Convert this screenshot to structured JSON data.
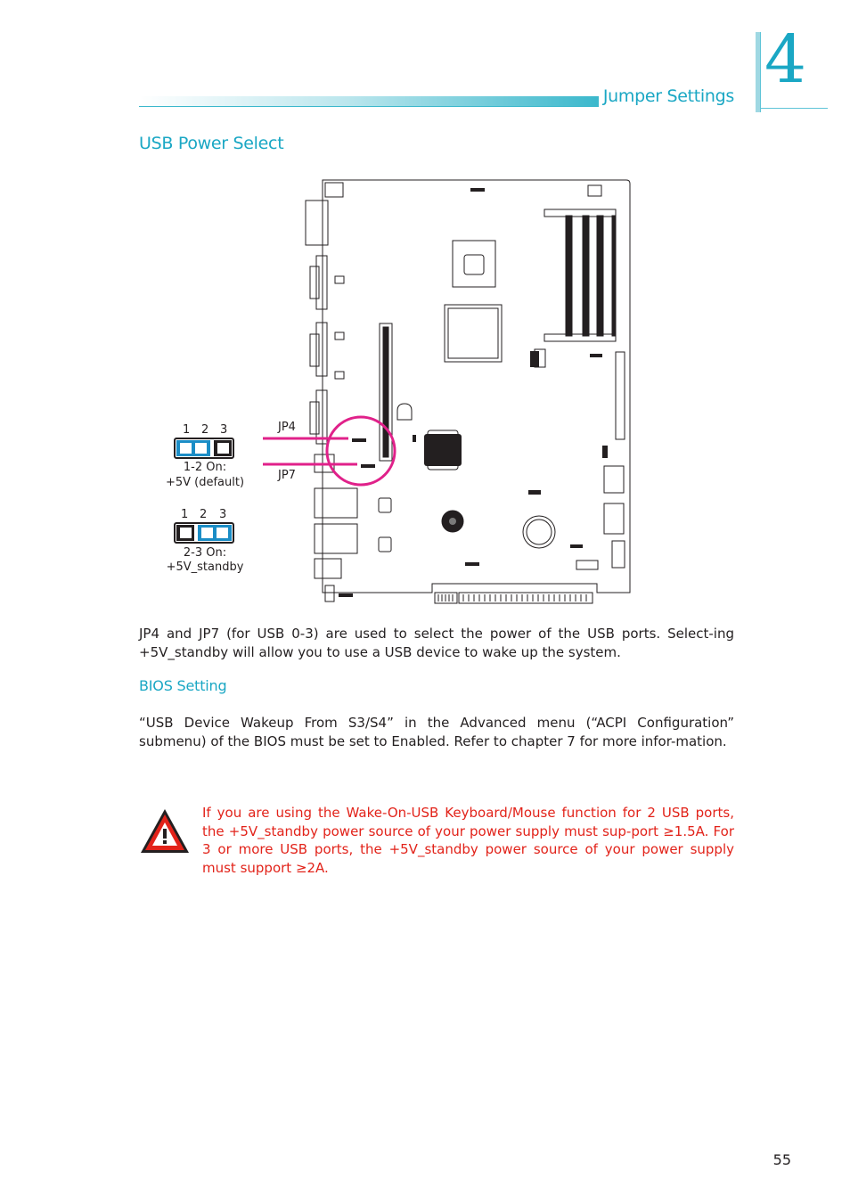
{
  "header": {
    "title": "Jumper Settings",
    "chapter": "4"
  },
  "section": {
    "title": "USB Power Select"
  },
  "diagram": {
    "jp4_label": "JP4",
    "jp7_label": "JP7",
    "setting_a": {
      "pins": [
        "1",
        "2",
        "3"
      ],
      "caption_line1": "1-2 On:",
      "caption_line2": "+5V (default)"
    },
    "setting_b": {
      "pins": [
        "1",
        "2",
        "3"
      ],
      "caption_line1": "2-3 On:",
      "caption_line2": "+5V_standby"
    },
    "colors": {
      "jumper_cap": "#1b8dc6",
      "jumper_pin": "#231f20",
      "pointer": "#e0218a"
    }
  },
  "body": {
    "paragraph1": "JP4 and JP7 (for USB 0-3) are used to select the power of the USB ports. Select-ing +5V_standby will allow you to use a USB device to wake up the system.",
    "bios_heading": "BIOS Setting",
    "paragraph2": "“USB Device Wakeup From S3/S4” in the Advanced menu (“ACPI Configuration” submenu) of the BIOS must be set to Enabled. Refer to chapter 7 for more infor-mation."
  },
  "warning": {
    "icon": "warning-triangle-icon",
    "text": "If you are using the Wake-On-USB Keyboard/Mouse function for 2 USB ports, the +5V_standby power source of your power supply must sup-port ≥1.5A. For 3 or more USB ports, the +5V_standby power source of your power supply must support ≥2A."
  },
  "footer": {
    "page_number": "55"
  }
}
